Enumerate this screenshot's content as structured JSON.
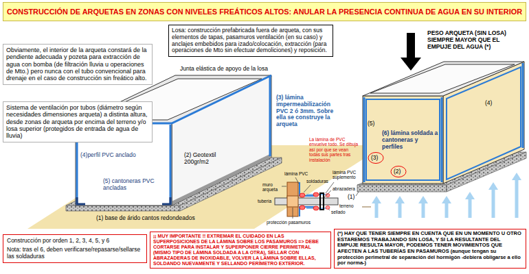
{
  "diagram": {
    "title": "CONSTRUCCIÓN DE ARQUETAS EN ZONAS CON NIVELES FREÁTICOS ALTOS: ANULAR LA PRESENCIA CONTINUA DE AGUA EN SU INTERIOR",
    "nodes": [
      {
        "text": [
          "Obviamente, el interior de la arqueta constará de la pendiente adecuada y pozeta para extracción de agua con bomba (de filtración lluvia u operaciones de Mto.) pero nunca con el tubo convencional para drenaje en el caso de construcción sin freático alto."
        ]
      },
      {
        "text": [
          "Sistema de ventilación por tubos (diámetro según necesidades dimensiones arqueta) a distinta altura, desde zonas de arqueta por encima del terreno y/o losa superior (protegidos de entrada de agua de lluvia)"
        ]
      },
      {
        "text": [
          "Losa: construcción prefabricada fuera de arqueta, con sus elementos de tapas, pasamuros ventilación (en su caso) y anclajes embebidos para izado/colocación, extracción (para operaciones de Mto sin efectuar demoliciones) y reposición."
        ]
      },
      {
        "text": [
          "Construcción por orden 1, 2, 3, 4, 5, y 6",
          "Nota: tras el 6, deben verificarse/repasarse/sellarse las soldaduras"
        ]
      },
      {
        "text": [
          "¡¡ MUY IMPORTANTE !! EXTREMAR EL CUIDADO EN LAS SUPERPOSICIONES DE LA LÁMINA SOBRE LOS PASAMUROS => DEBE CORTARSE PARA INSTALAR Y SUPERPONER CIERRE PERIMETRAL (MISMO TIPO DE LÁMINA SOLDADA A LA OTRA), SELLAR CON ABRAZADERAS DE INOXIDABLE, VOLVER LA LÁMINA SOBRE ELLAS, SOLDANDO NUEVAMENTE Y SELLANDO PERÍMETRO EXTERIOR."
        ]
      },
      {
        "text": [
          "(*) HAY QUE TENER SIEMPRE EN CUENTA QUE EN UN MOMENTO U OTRO ESTAREMOS TRABAJANDO SIN LOSA, Y SI LA RESULTANTE DEL EMPUJE RESULTA MAYOR, PODEMOS TENER MOVIMIENTOS QUE AFECTEN A LAS TUBERÍAS EN PASAMUROS (aunque tengan su protección perimetral de separación del hormigón -debiera obligarse a ello por norma-)"
        ]
      }
    ],
    "labels": [
      "Junta elástica de apoyo de la losa",
      "(3) lámina impermeabilización PVC 2 ó 3mm. Sobre ella se construye la arqueta",
      "(4)perfil PVC anclado",
      "(2) Geotextil 200gr/m2",
      "(5) cantoneras PVC ancladas",
      "(1) base de árido cantos redondeados",
      "La lámina de PVC envuelve todo. Se dibuja así por que se vean todas sus partes tras instalación",
      "lámina PVC",
      "soldaduras",
      "lámina PVC suplemento",
      "abrazadera",
      "muro arqueta",
      "tubería",
      "protección pasamuros",
      "sellado",
      "PESO ARQUETA (SIN LOSA) SIEMPRE MAYOR QUE EL EMPUJE DEL AGUA (*)",
      "(4)",
      "(5)",
      "(6) lámina soldada a cantoneras y perfiles",
      "(3)",
      "(2)",
      "(1)",
      "terreno"
    ]
  }
}
